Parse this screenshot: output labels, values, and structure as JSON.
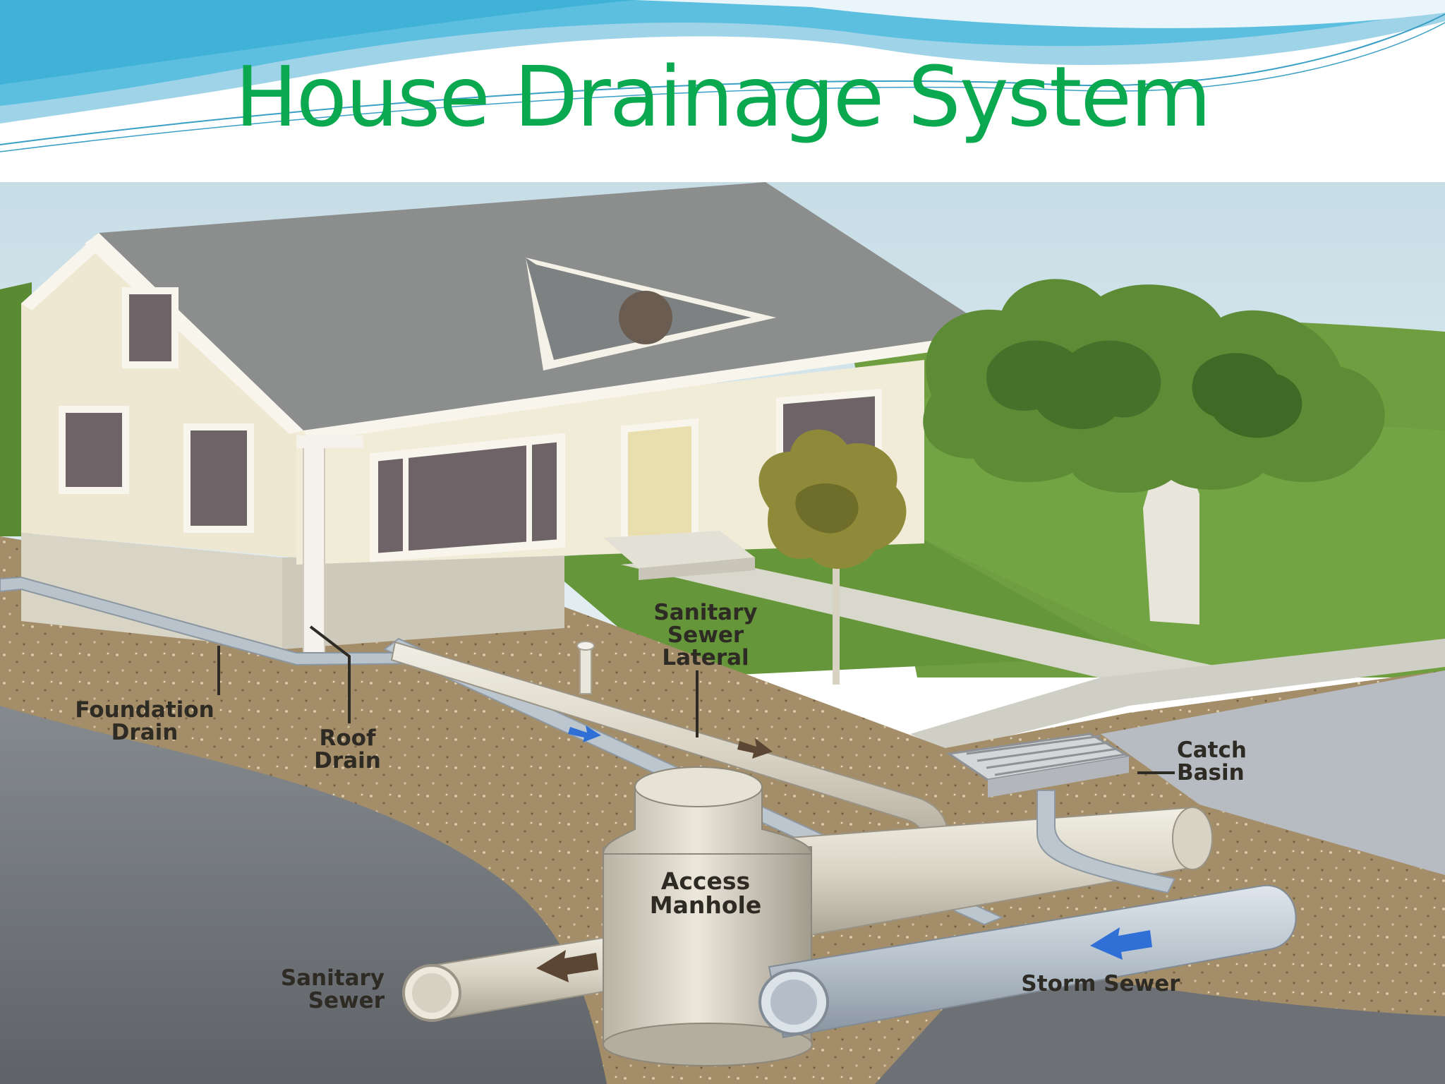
{
  "title": "House Drainage System",
  "labels": {
    "foundation_drain": "Foundation\nDrain",
    "roof_drain": "Roof\nDrain",
    "sanitary_sewer_lateral": "Sanitary\nSewer\nLateral",
    "catch_basin": "Catch\nBasin",
    "access_manhole": "Access\nManhole",
    "sanitary_sewer": "Sanitary\nSewer",
    "storm_sewer": "Storm Sewer"
  },
  "colors": {
    "title": "#0aa84f",
    "sky": "#cfe4ec",
    "roof": "#8a8c8c",
    "wall": "#eee8d2",
    "grass": "#6b9a3c",
    "soil": "#a58f6a",
    "pipe": "#dcd8cc",
    "storm_pipe": "#b9c3cc",
    "flow_arrow_storm": "#2f6fd6",
    "flow_arrow_sanitary": "#5a4632"
  }
}
